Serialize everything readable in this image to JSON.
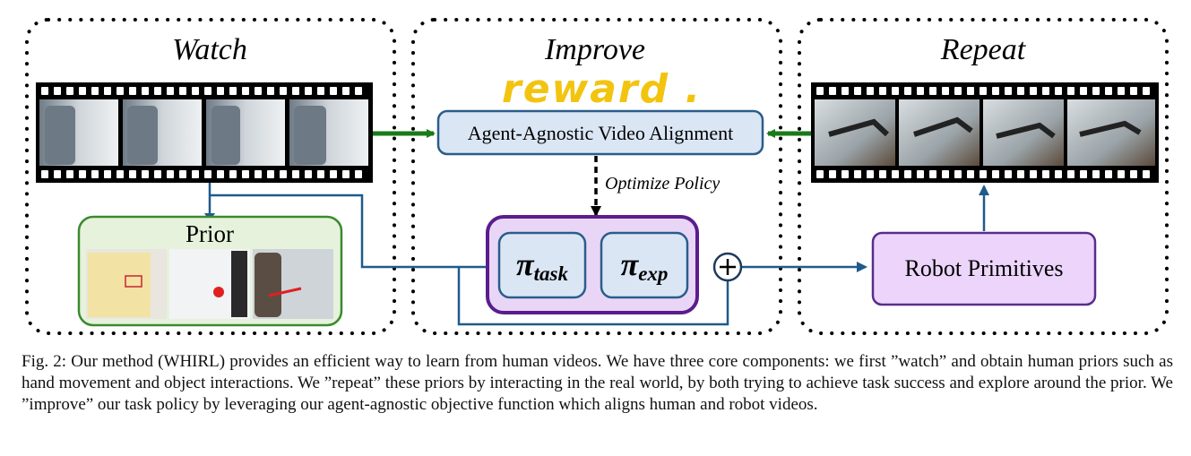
{
  "sections": {
    "watch": "Watch",
    "improve": "Improve",
    "repeat": "Repeat"
  },
  "handwritten_note": "reward .",
  "boxes": {
    "alignment": "Agent-Agnostic Video Alignment",
    "optimize": "Optimize Policy",
    "prior": "Prior",
    "primitives": "Robot Primitives",
    "pi_task_symbol": "π",
    "pi_task_sub": "task",
    "pi_exp_symbol": "π",
    "pi_exp_sub": "exp"
  },
  "colors": {
    "green_arrow": "#1a7a1a",
    "blue_line": "#1f5a8a",
    "alignment_fill": "#dbe6f5",
    "alignment_border": "#2a5d8a",
    "prior_fill": "#e6f2dc",
    "prior_border": "#3b8a2e",
    "policy_fill": "#e9d6f7",
    "policy_border": "#5a1d8c",
    "pi_fill": "#dbe6f5",
    "primitives_fill": "#ecd4fb",
    "primitives_border": "#5a2d8c",
    "handwriting": "#f2c40f"
  },
  "caption": "Fig. 2: Our method (WHIRL) provides an efficient way to learn from human videos. We have three core components: we first ”watch” and obtain human priors such as hand movement and object interactions. We ”repeat” these priors by interacting in the real world, by both trying to achieve task success and explore around the prior. We ”improve” our task policy by leveraging our agent-agnostic objective function which aligns human and robot videos."
}
